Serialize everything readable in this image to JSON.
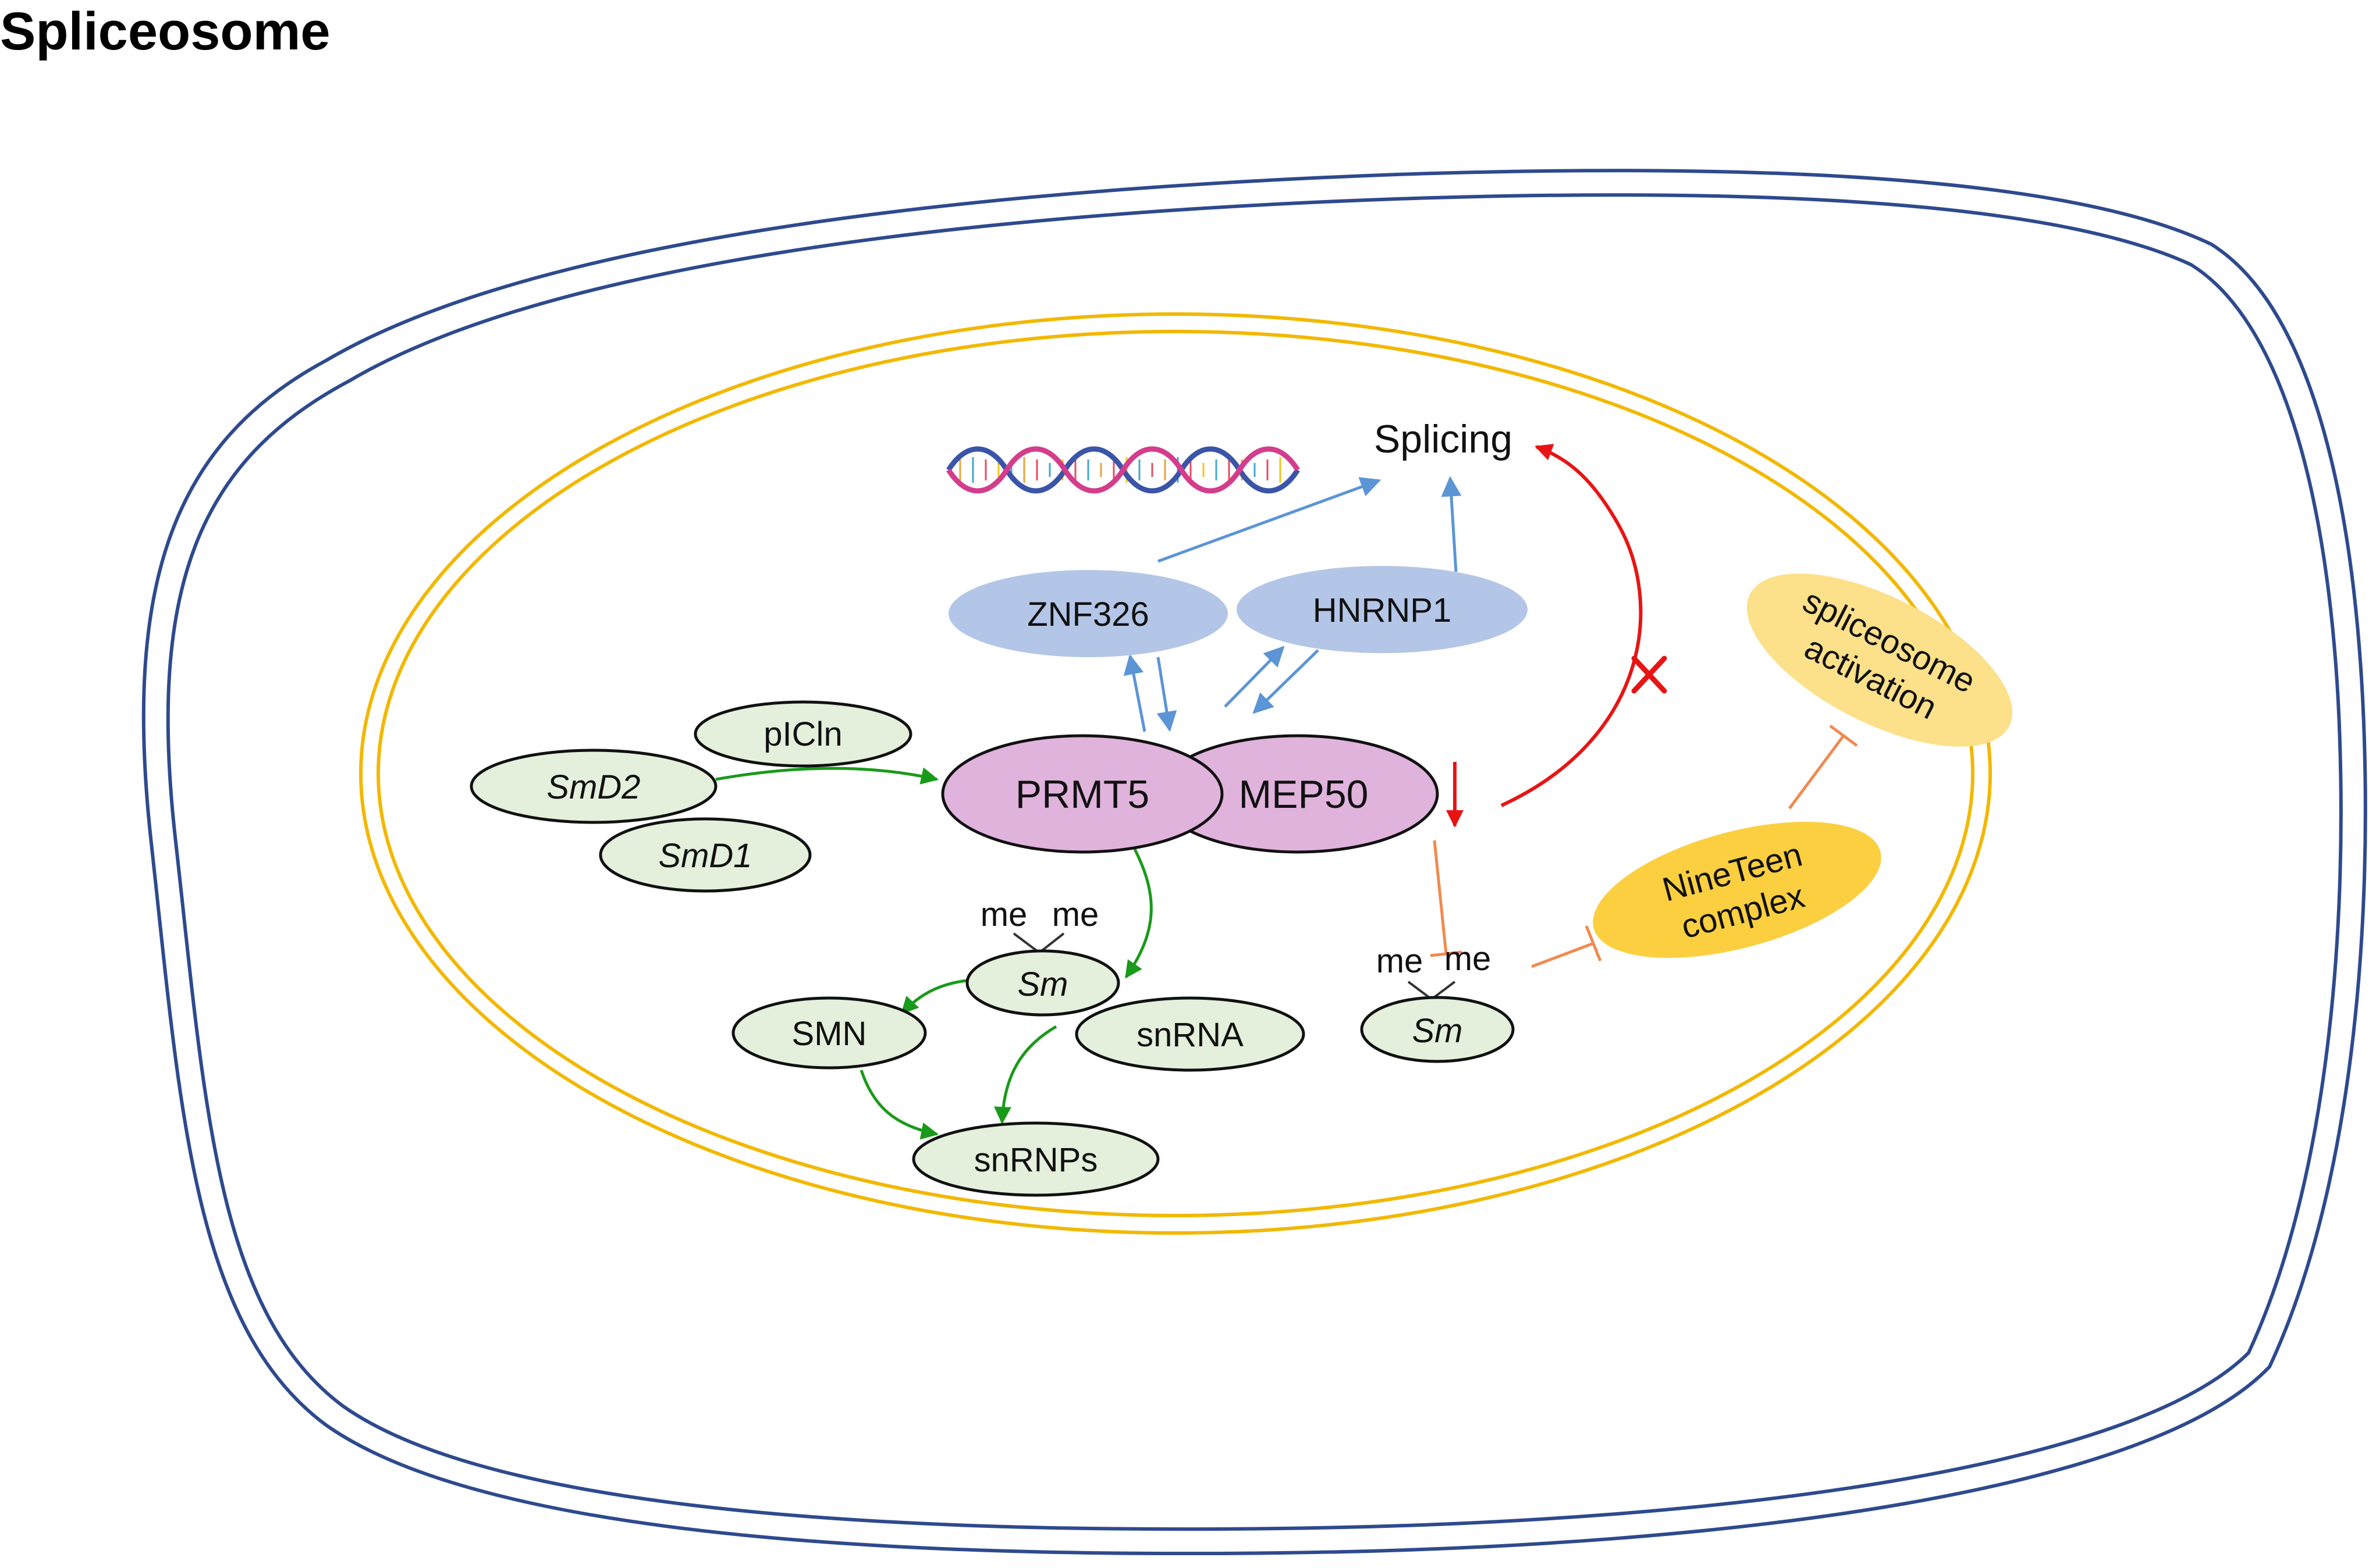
{
  "title": "Spliceosome",
  "nodes": {
    "splicing": "Splicing",
    "znf326": "ZNF326",
    "hnrnp1": "HNRNP1",
    "picln": "pICln",
    "smd2": "SmD2",
    "smd1": "SmD1",
    "prmt5": "PRMT5",
    "mep50": "MEP50",
    "sm_left": "Sm",
    "sm_right": "Sm",
    "smn": "SMN",
    "snrna": "snRNA",
    "snrnps": "snRNPs",
    "ninetan": "NineTeen\ncomplex",
    "ninetan_line1": "NineTeen",
    "ninetan_line2": "complex",
    "spliceosome_activation_line1": "spliceosome",
    "spliceosome_activation_line2": "activation",
    "me": "me"
  },
  "colors": {
    "cell_membrane": "#2e4a8e",
    "nuclear_envelope": "#f2b800",
    "green_arrow": "#1a9a1a",
    "blue_arrow": "#5b95d6",
    "red_arrow": "#e81414",
    "orange_inhibit": "#f08a50",
    "light_green_fill": "#e4efdc",
    "blue_fill": "#b4c6e7",
    "purple_fill": "#e0b3dd",
    "yellow_fill": "#fce08a",
    "gold_fill": "#fbcf40"
  }
}
